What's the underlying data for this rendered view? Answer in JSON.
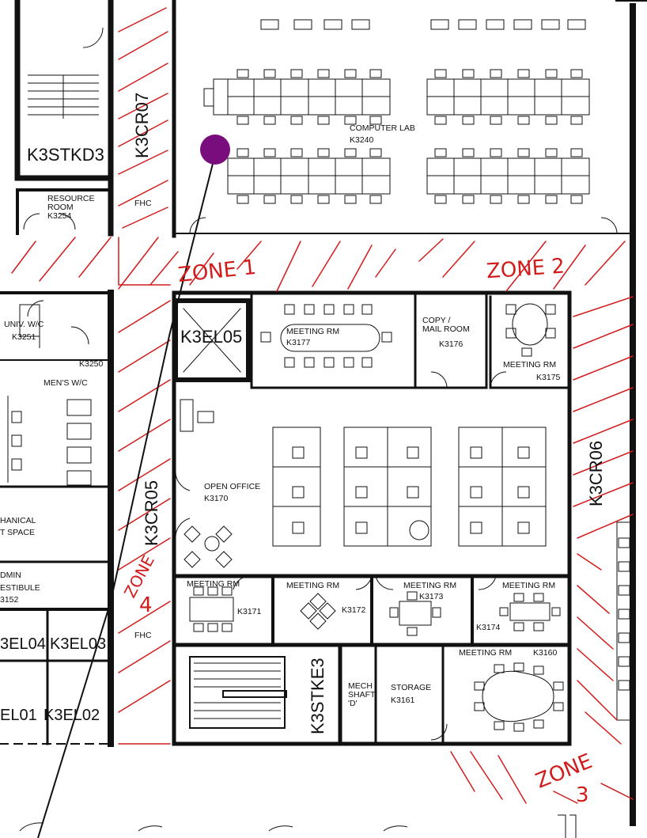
{
  "rooms": {
    "k3stkd3": "K3STKD3",
    "k3cr07": "K3CR07",
    "resource_room": "RESOURCE\nROOM\nK3254",
    "fhc_top": "FHC",
    "computer_lab": "COMPUTER  LAB",
    "computer_lab_num": "K3240",
    "univ_wc": "UNIV. W/C",
    "univ_wc_num": "K3251",
    "k3250": "K3250",
    "mens_wc": "MEN'S W/C",
    "k3el05": "K3EL05",
    "meeting_k3177": "MEETING RM",
    "meeting_k3177_num": "K3177",
    "copy_mail": "COPY /\nMAIL ROOM",
    "copy_mail_num": "K3176",
    "meeting_k3175": "MEETING RM",
    "meeting_k3175_num": "K3175",
    "k3cr06": "K3CR06",
    "open_office": "OPEN OFFICE",
    "open_office_num": "K3170",
    "k3cr05": "K3CR05",
    "mechanical": "HANICAL",
    "mech_space": "T SPACE",
    "admin": "DMIN",
    "vestibule": "ESTIBULE",
    "k3152": "3152",
    "k3el04": "3EL04",
    "k3el03": "K3EL03",
    "k3el01": "EL01",
    "k3el02": "K3EL02",
    "fhc_bottom": "FHC",
    "meeting_k3171": "MEETING RM",
    "meeting_k3171_num": "K3171",
    "meeting_k3172": "MEETING RM",
    "meeting_k3172_num": "K3172",
    "meeting_k3173": "MEETING RM",
    "meeting_k3173_num": "K3173",
    "meeting_k3174": "MEETING RM",
    "meeting_k3174_num": "K3174",
    "meeting_k3160": "MEETING RM",
    "meeting_k3160_num": "K3160",
    "k3stke3": "K3STKE3",
    "mech_shaft": "MECH\nSHAFT\n'D'",
    "storage": "STORAGE",
    "storage_num": "K3161"
  },
  "zones": {
    "zone1": "ZONE 1",
    "zone2": "ZONE 2",
    "zone3_a": "ZONE",
    "zone3_b": "3",
    "zone4_a": "ZONE",
    "zone4_b": "4"
  },
  "colors": {
    "markup_red": "#d21b1b",
    "marker_purple": "#7a0d7e",
    "wall_black": "#111111"
  }
}
